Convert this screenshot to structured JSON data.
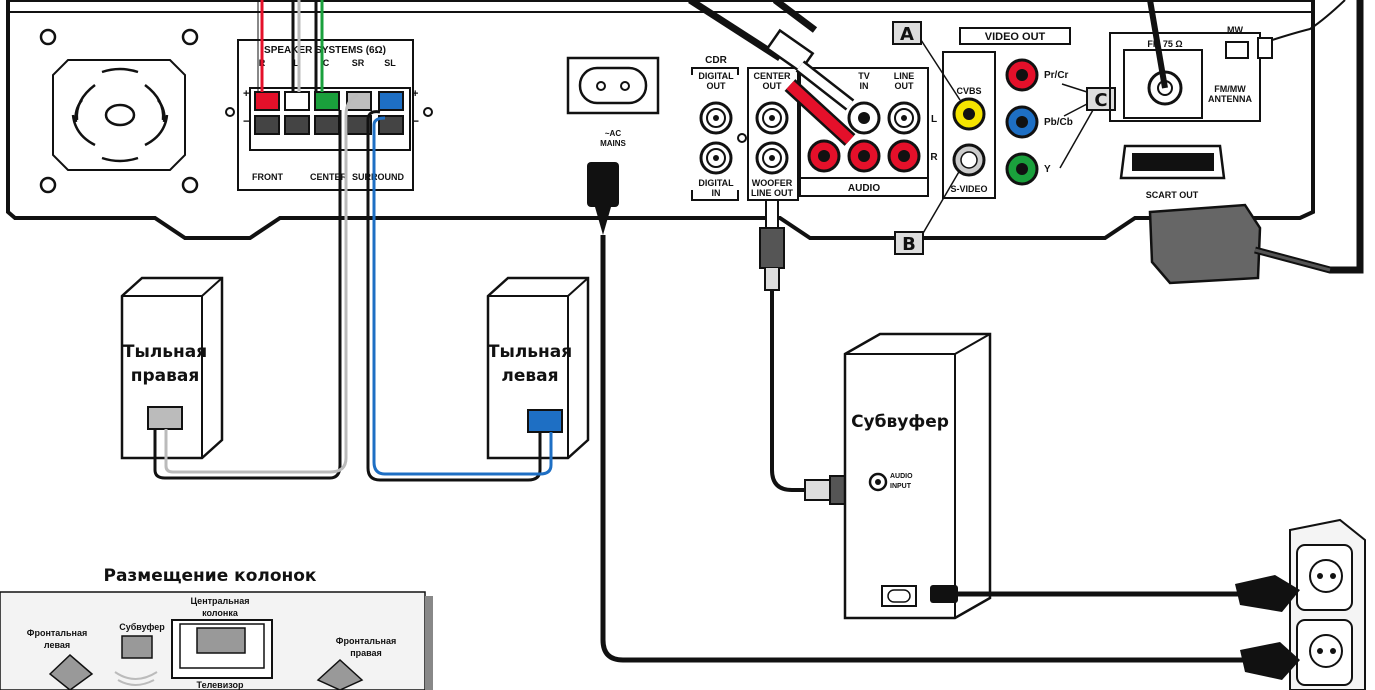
{
  "unit": {
    "speaker_systems": "SPEAKER SYSTEMS (6Ω)",
    "terminals": [
      "R",
      "L",
      "C",
      "SR",
      "SL"
    ],
    "front": "FRONT",
    "center": "CENTER",
    "surround": "SURROUND",
    "ac_tilde": "~AC",
    "mains": "MAINS",
    "cdr": "CDR",
    "digital_out_1": "DIGITAL",
    "digital_out_2": "OUT",
    "digital_in_1": "DIGITAL",
    "digital_in_2": "IN",
    "center_out_1": "CENTER",
    "center_out_2": "OUT",
    "woofer_1": "WOOFER",
    "woofer_2": "LINE OUT",
    "tv_in_1": "TV",
    "tv_in_2": "IN",
    "line_out_1": "LINE",
    "line_out_2": "OUT",
    "audio": "AUDIO",
    "ch_l": "L",
    "ch_r": "R",
    "video_out": "VIDEO OUT",
    "cvbs": "CVBS",
    "svideo": "S-VIDEO",
    "pr": "Pr/Cr",
    "pb": "Pb/Cb",
    "y": "Y",
    "fm_ohm": "FM 75 Ω",
    "mw": "MW",
    "fm_mw_1": "FM/MW",
    "fm_mw_2": "ANTENNA",
    "scart": "SCART OUT"
  },
  "callouts": {
    "a": "A",
    "b": "B",
    "c": "C"
  },
  "speakers": {
    "rear_right_1": "Тыльная",
    "rear_right_2": "правая",
    "rear_left_1": "Тыльная",
    "rear_left_2": "левая",
    "subwoofer": "Субвуфер",
    "audio_input_1": "AUDIO",
    "audio_input_2": "INPUT"
  },
  "placement": {
    "title": "Размещение колонок",
    "front_left_1": "Фронтальная",
    "front_left_2": "левая",
    "subwoofer": "Субвуфер",
    "center_1": "Центральная",
    "center_2": "колонка",
    "tv": "Телевизор",
    "front_right_1": "Фронтальная",
    "front_right_2": "правая"
  },
  "colors": {
    "red": "#e4102a",
    "white": "#ffffff",
    "green": "#1aa03c",
    "grey": "#bdbdbd",
    "blue": "#1e6fc4",
    "yellow": "#f5e400"
  }
}
